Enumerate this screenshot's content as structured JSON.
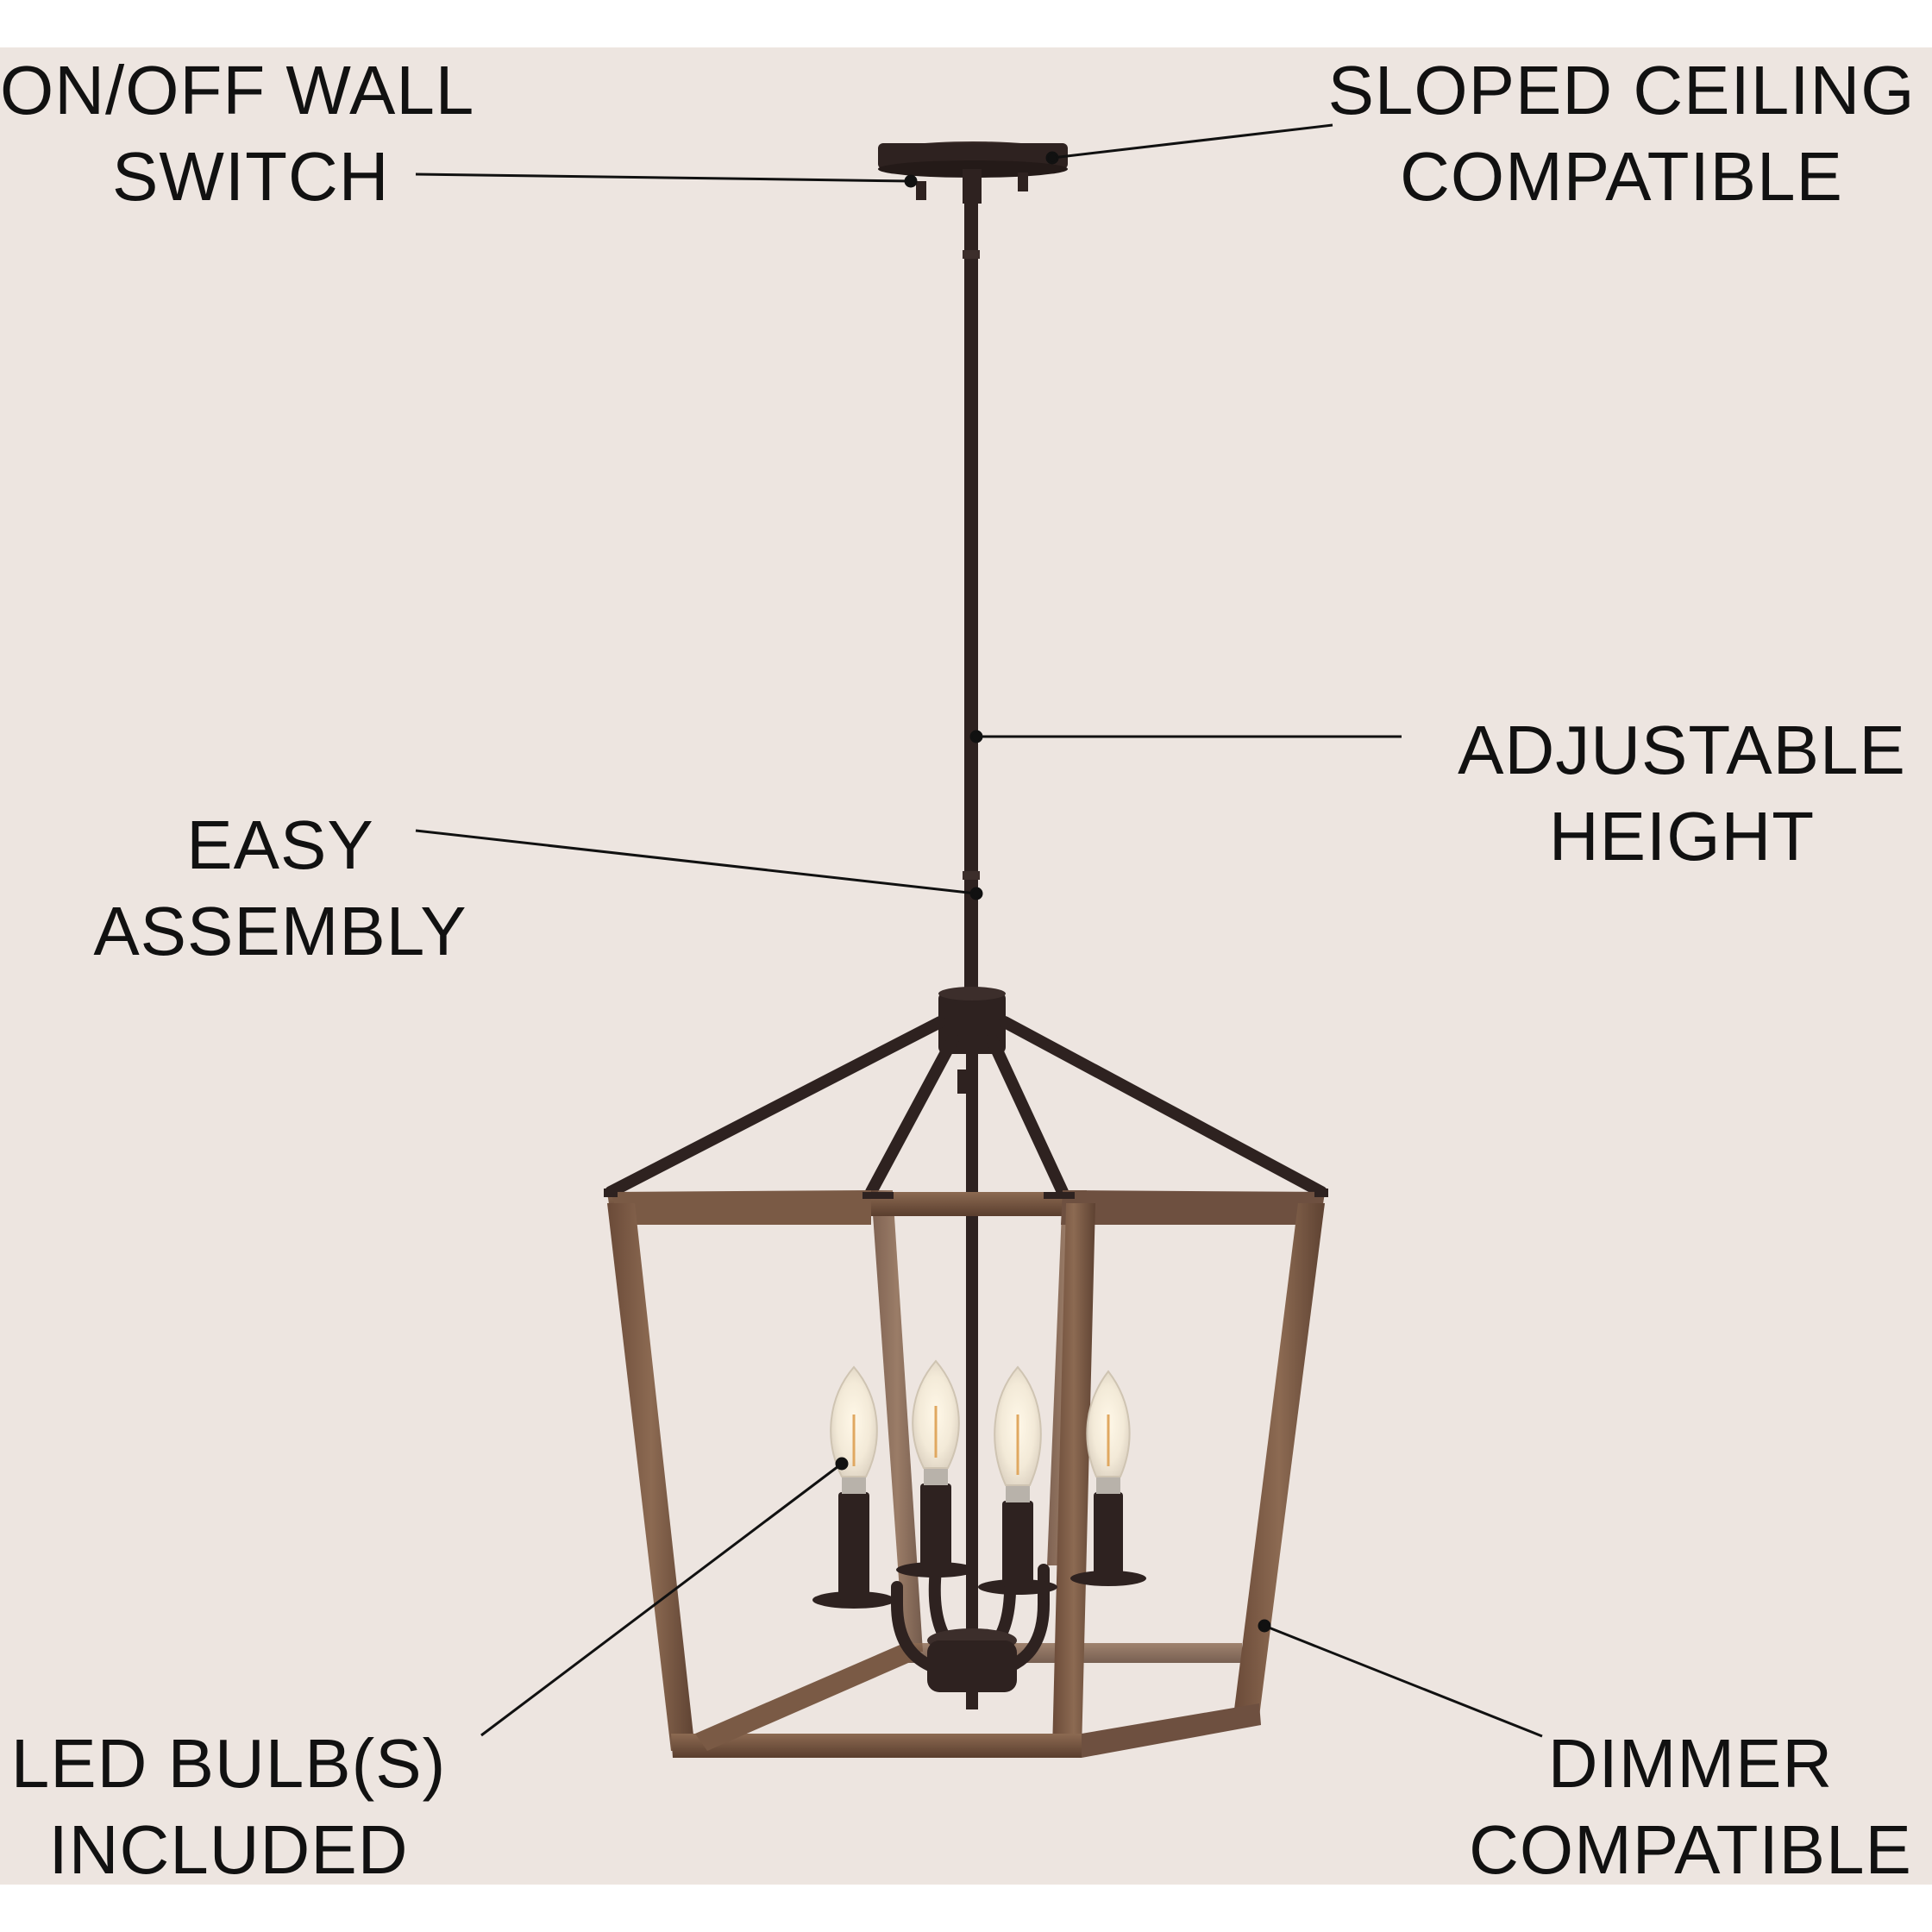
{
  "callouts": {
    "on_off_switch": {
      "line1": "ON/OFF WALL",
      "line2": "SWITCH"
    },
    "sloped_ceiling": {
      "line1": "SLOPED CEILING",
      "line2": "COMPATIBLE"
    },
    "adjustable": {
      "line1": "ADJUSTABLE",
      "line2": "HEIGHT"
    },
    "easy_assembly": {
      "line1": "EASY",
      "line2": "ASSEMBLY"
    },
    "led_bulbs": {
      "line1": "LED BULB(S)",
      "line2": "INCLUDED"
    },
    "dimmer": {
      "line1": "DIMMER",
      "line2": "COMPATIBLE"
    }
  },
  "colors": {
    "background": "#ede5e0",
    "metal": "#2e2220",
    "wood": "#7a5a45",
    "leader_line": "#111111"
  }
}
